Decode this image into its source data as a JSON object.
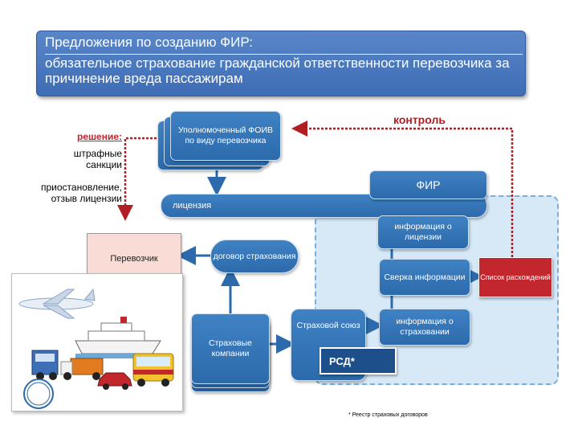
{
  "title": {
    "line1": "Предложения по созданию ФИР:",
    "line2": "обязательное страхование гражданской ответственности перевозчика за причинение вреда пассажирам"
  },
  "nodes": {
    "foiv": "Уполномоченный ФОИВ по виду перевозчика",
    "control": "контроль",
    "decision": "решение:",
    "fines": "штрафные санкции",
    "suspension": "приостановление, отзыв лицензии",
    "fir": "ФИР",
    "license": "лицензия",
    "license_info": "информация о лицензии",
    "carrier": "Перевозчик",
    "insurance_contract": "договор страхования",
    "info_check": "Сверка информации",
    "discrepancy_list": "Список расхождений",
    "insurance_companies": "Страховые компании",
    "insurance_union": "Страховой союз",
    "insurance_info": "информация о страховании",
    "rsd": "РСД*",
    "footnote": "* Реестр страховых договоров"
  },
  "colors": {
    "title_bg": "#3e6db5",
    "box_blue": "#2c6aab",
    "panel_light": "#d7e8f7",
    "red_accent": "#c1272d",
    "dotted_arrow": "#b01e23",
    "carrier_bg": "#f9dcd5"
  },
  "icons": [
    "airplane-icon",
    "ship-icon",
    "truck-icon",
    "bus-icon",
    "car-icon",
    "logo-vss"
  ]
}
